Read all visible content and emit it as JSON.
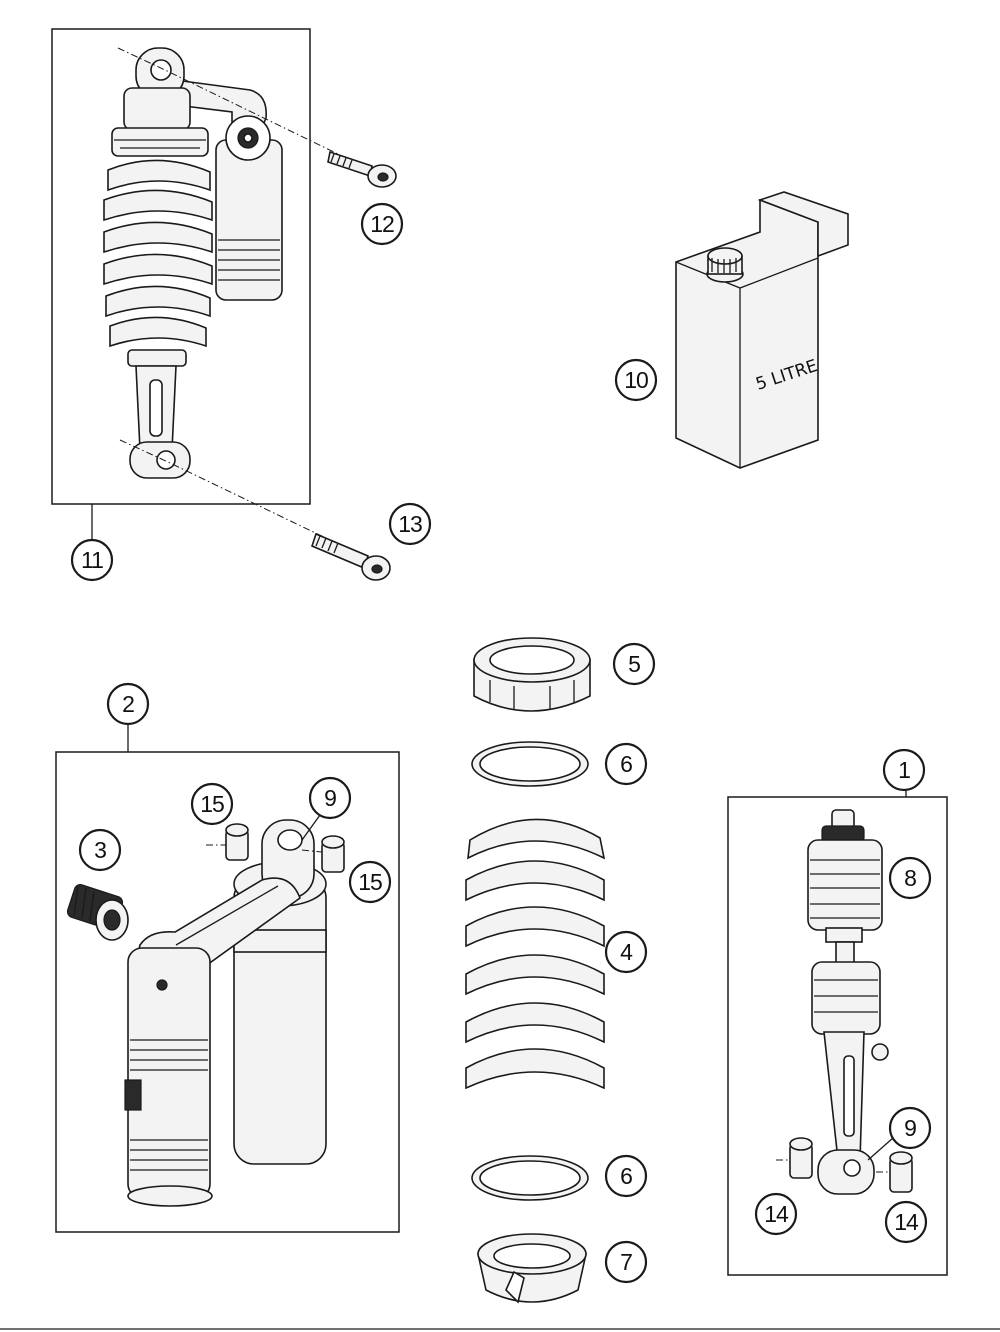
{
  "diagram": {
    "callouts": {
      "c1": "1",
      "c2": "2",
      "c3": "3",
      "c4": "4",
      "c5": "5",
      "c6a": "6",
      "c6b": "6",
      "c7": "7",
      "c8": "8",
      "c9a": "9",
      "c9b": "9",
      "c10": "10",
      "c11": "11",
      "c12": "12",
      "c13": "13",
      "c14a": "14",
      "c14b": "14",
      "c15a": "15",
      "c15b": "15"
    },
    "oil_can_label": "5 LITRE"
  }
}
